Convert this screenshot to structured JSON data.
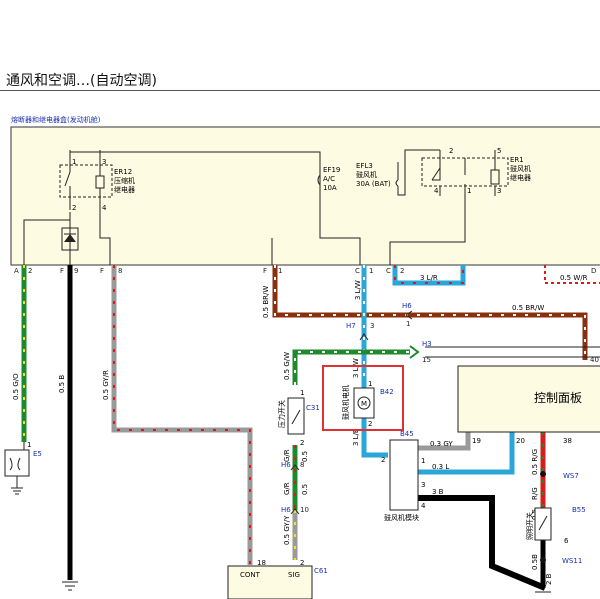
{
  "page": {
    "title": "通风和空调…(自动空调)"
  },
  "fusebox": {
    "title": "熔断器和继电器盒(发动机舱)",
    "relay_er12": {
      "code": "ER12",
      "name1": "压缩机",
      "name2": "继电器",
      "pins": [
        "1",
        "3",
        "2",
        "4"
      ]
    },
    "fuse_ef19": {
      "code": "EF19",
      "name": "A/C",
      "rating": "10A"
    },
    "fuse_efl3": {
      "code": "EFL3",
      "name": "鼓风机",
      "rating": "30A (BAT)"
    },
    "relay_er1": {
      "code": "ER1",
      "name1": "鼓风机",
      "name2": "继电器",
      "pins": [
        "2",
        "5",
        "4",
        "1",
        "3"
      ]
    }
  },
  "connectors": {
    "a": "A",
    "a2": "2",
    "f1": "F",
    "f9": "9",
    "f2": "F",
    "f8": "8",
    "f3": "F",
    "f1pin": "1",
    "c1": "C",
    "c1pin": "1",
    "c2": "C",
    "c2pin": "2",
    "d": "D"
  },
  "wires": {
    "go": "0.5 G/O",
    "b": "0.5 B",
    "gyr": "0.5 GY/R",
    "brw_v": "0.5 BR/W",
    "lw_top": "3 L/W",
    "lr": "3 L/R",
    "wr": "0.5 W/R",
    "brw_h": "0.5 BR/W",
    "gw": "0.5 G/W",
    "lw_mid": "3 L/W",
    "lb": "3 L/B",
    "gy_h": "0.3 GY",
    "l_h": "0.3 L",
    "b3": "3 B",
    "gr1": "G/R",
    "gr2": "G/R",
    "n05a": "0.5",
    "n05b": "0.5",
    "gyy": "0.5 GY/Y",
    "rg1": "0.5 R/G",
    "rg2": "R/G",
    "n05c": "0.5",
    "rg3": "0.5",
    "b05": "0.5B",
    "b2": "2 B"
  },
  "inline": {
    "h6a": "H6",
    "h6a_pin": "1",
    "h7": "H7",
    "h7_pin": "3",
    "h3": "H3",
    "h3_pin": "15",
    "h6b": "H6",
    "h6b_pin": "8",
    "h6c": "H6",
    "h6c_pin": "10",
    "ws7": "WS7",
    "ws11": "WS11",
    "p40": "40"
  },
  "components": {
    "e5": {
      "code": "E5",
      "pin": "1"
    },
    "c31": {
      "code": "C31",
      "name": "压力开关",
      "pins": [
        "1",
        "2"
      ]
    },
    "b42": {
      "code": "B42",
      "name": "鼓风机电机",
      "pins": [
        "1",
        "2"
      ]
    },
    "b45": {
      "code": "B45",
      "name": "鼓风机模块",
      "pins": [
        "2",
        "1",
        "3",
        "4"
      ]
    },
    "control_panel": {
      "name": "控制面板",
      "pins": [
        "19",
        "20",
        "38"
      ]
    },
    "b55": {
      "code": "B55",
      "name": "照明开关",
      "pin": "6"
    },
    "c61": {
      "code": "C61",
      "pin1": "18",
      "pin2": "2",
      "label1": "CONT",
      "label2": "SIG"
    }
  },
  "colors": {
    "green": "#1d8a2c",
    "black": "#000000",
    "gray": "#9a9a9a",
    "brown": "#8b2f0f",
    "blue": "#2aa6d9",
    "red": "#d61c1c",
    "yellow": "#f5e21c",
    "white": "#ffffff",
    "highlight": "#e03030",
    "connector": "#1a2fb0"
  }
}
